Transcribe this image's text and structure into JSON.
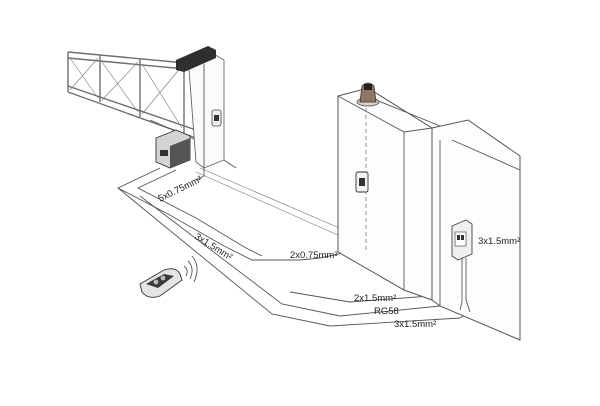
{
  "cable_labels": {
    "motor_run": "5x0.75mm²",
    "remote_run": "3x1.5mm²",
    "photocell_run": "2x0.75mm²",
    "lamp_run": "2x1.5mm²",
    "antenna_run": "RG58",
    "mains_run": "3x1.5mm²",
    "wall_box": "3x1.5mm²"
  },
  "colors": {
    "line": "#555555",
    "gate_frame": "#6e6e6e",
    "device_dark": "#3a3a3a",
    "device_light": "#e8e8e8",
    "lamp_amber": "#8a7a5a"
  },
  "icons": [
    "gate-motor-icon",
    "remote-control-icon",
    "photocell-icon",
    "flashing-lamp-icon",
    "wall-switch-icon"
  ]
}
